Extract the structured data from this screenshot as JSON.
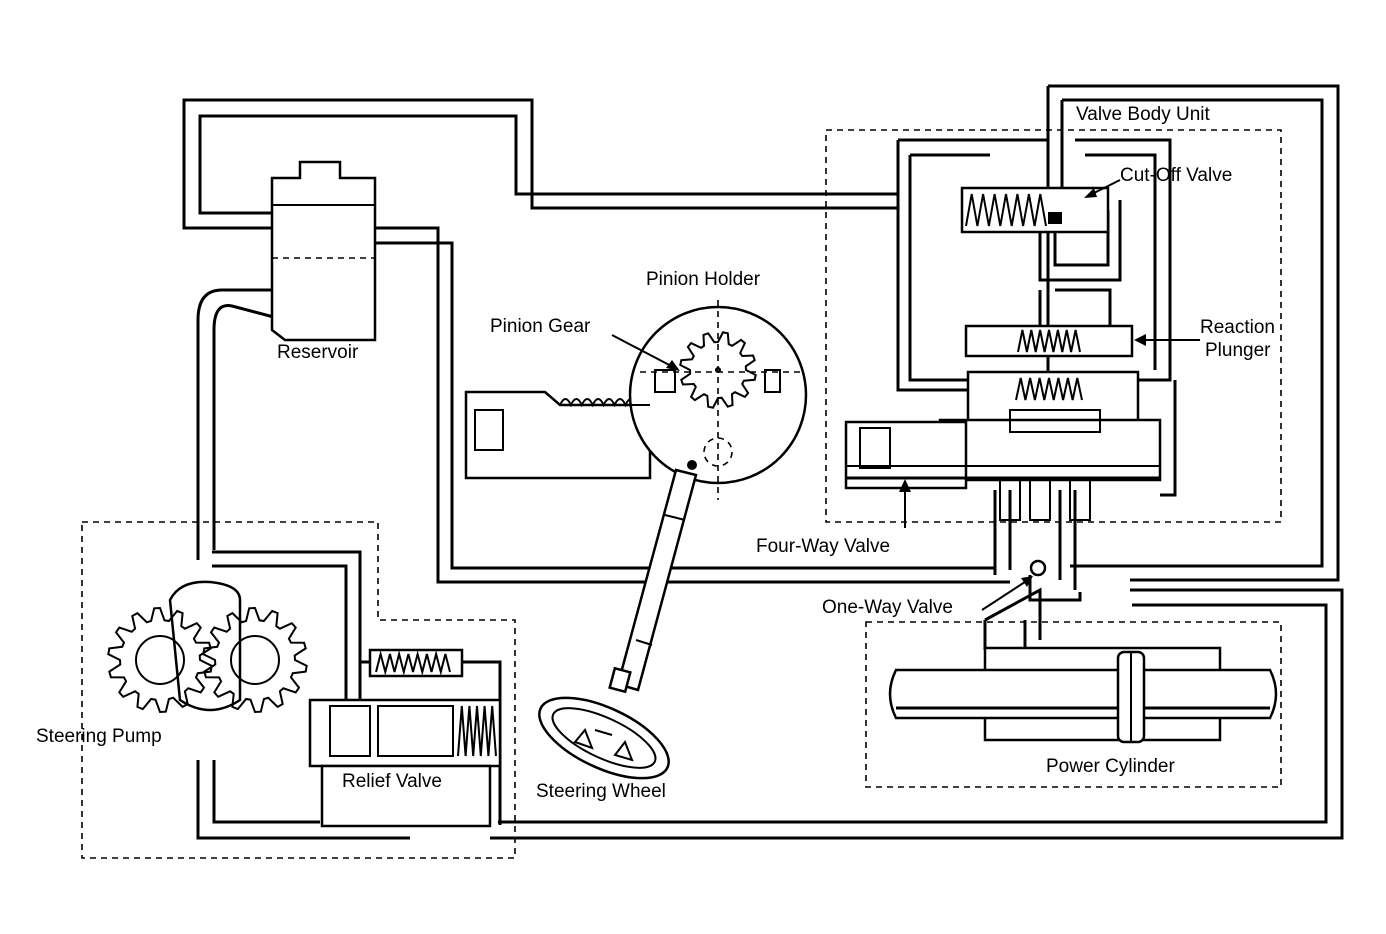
{
  "labels": {
    "reservoir": "Reservoir",
    "pinion_holder": "Pinion Holder",
    "pinion_gear": "Pinion Gear",
    "valve_body_unit": "Valve Body Unit",
    "cut_off_valve": "Cut-Off Valve",
    "reaction_plunger_line1": "Reaction",
    "reaction_plunger_line2": "Plunger",
    "four_way_valve": "Four-Way Valve",
    "one_way_valve": "One-Way Valve",
    "steering_pump": "Steering Pump",
    "relief_valve": "Relief Valve",
    "steering_wheel": "Steering Wheel",
    "power_cylinder": "Power Cylinder"
  }
}
